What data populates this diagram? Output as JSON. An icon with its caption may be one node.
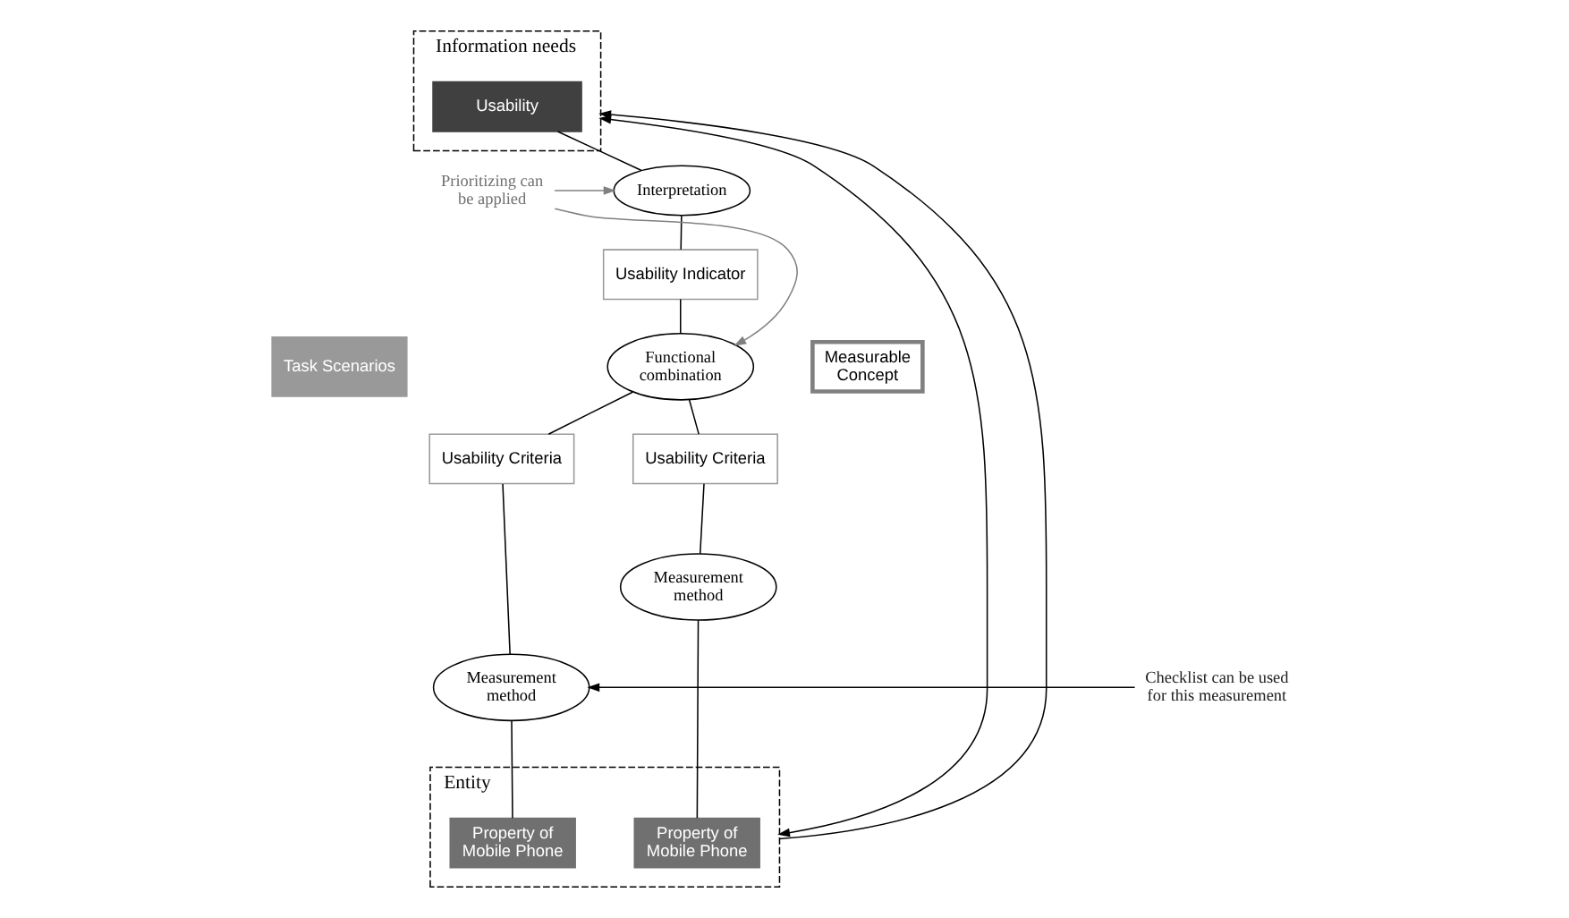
{
  "diagram": {
    "nodes": [
      {
        "text": [
          "Information needs"
        ]
      },
      {
        "text": [
          "Usability"
        ],
        "in": 0
      },
      {
        "text": [
          "Interpretation"
        ]
      },
      {
        "text": [
          "Usability Indicator"
        ]
      },
      {
        "text": [
          "Functional combination"
        ]
      },
      {
        "text": [
          "Usability Criteria"
        ]
      },
      {
        "text": [
          "Usability Criteria"
        ]
      },
      {
        "text": [
          "Measurement method"
        ]
      },
      {
        "text": [
          "Measurement method"
        ]
      },
      {
        "text": [
          "Entity"
        ]
      },
      {
        "text": [
          "Property of Mobile Phone"
        ],
        "in": 9
      },
      {
        "text": [
          "Property of Mobile Phone"
        ],
        "in": 9
      },
      {
        "text": [
          "Measurable Concept"
        ]
      },
      {
        "text": [
          "Task Scenarios"
        ]
      },
      {
        "text": [
          "Prioritizing can be applied"
        ]
      },
      {
        "text": [
          "Checklist can be used for this measurement"
        ]
      }
    ],
    "edges": [
      {
        "from": 1,
        "to": 2,
        "arrow": "none"
      },
      {
        "from": 2,
        "to": 3,
        "arrow": "none"
      },
      {
        "from": 3,
        "to": 4,
        "arrow": "none"
      },
      {
        "from": 4,
        "to": 5,
        "arrow": "none"
      },
      {
        "from": 4,
        "to": 6,
        "arrow": "none"
      },
      {
        "from": 5,
        "to": 7,
        "arrow": "none"
      },
      {
        "from": 6,
        "to": 8,
        "arrow": "none"
      },
      {
        "from": 7,
        "to": 10,
        "arrow": "none"
      },
      {
        "from": 8,
        "to": 11,
        "arrow": "none"
      },
      {
        "from": 14,
        "to": 2,
        "arrow": "to",
        "color": "#808080"
      },
      {
        "from": 14,
        "to": 4,
        "arrow": "to",
        "color": "#808080"
      },
      {
        "from": 15,
        "to": 8,
        "arrow": "to"
      },
      {
        "from": 9,
        "to": 0,
        "arrow": "both"
      },
      {
        "from": 9,
        "to": 0,
        "arrow": "to"
      }
    ]
  }
}
